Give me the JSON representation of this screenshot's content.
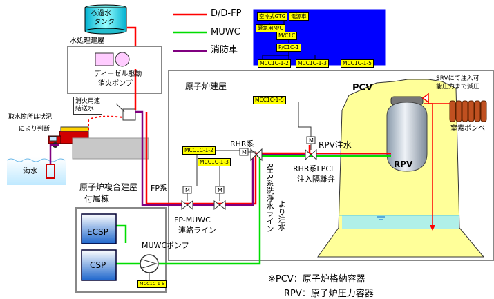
{
  "legend": {
    "dd_fp": "D/D-FP",
    "muwc": "MUWC",
    "fire_truck": "消防車"
  },
  "colors": {
    "dd_fp": "#ff0000",
    "muwc": "#00dd00",
    "fire_truck": "#800080",
    "panel_bg": "#0000ff",
    "panel_label_bg": "#ffff00",
    "tank": "#00ffff",
    "pcv": "#ffff99"
  },
  "power_panel": {
    "gtg": "空冷式GTG",
    "power_car": "電源車",
    "emergency_mc": "緊急用M/C",
    "m_c1c": "M/C1C",
    "p_c1c": "P/C1C-1",
    "mcc_a": "MCC1C-1-2",
    "mcc_b": "MCC1C-1-3",
    "mcc_c": "MCC1C-1-5"
  },
  "water_plant": {
    "label": "水処理建屋",
    "tank_line1": "ろ過水",
    "tank_line2": "タンク",
    "pump_line1": "ディーゼル駆動",
    "pump_line2": "消火ポンプ"
  },
  "fire_inlet": {
    "line1": "消火用連",
    "line2": "結送水口"
  },
  "sea": {
    "note_line1": "取水箇所は状況",
    "note_line2": "により判断",
    "label": "海水"
  },
  "reactor_building": {
    "label": "原子炉建屋",
    "mcc_top": "MCC1C-1-5",
    "mcc_left": "MCC1C-1-2",
    "mcc_mid": "MCC1C-1-3",
    "rhr": "RHR系",
    "rpv_injection": "RPV注水",
    "lpci_line1": "RHR系LPCI",
    "lpci_line2": "注入隔離弁",
    "fp": "FP系",
    "fp_muwc_line1": "FP-MUWC",
    "fp_muwc_line2": "連絡ライン",
    "rhr_wash_line1": "RHR系洗浄水ライン",
    "rhr_wash_line2": "より注水",
    "valve_m": "M"
  },
  "pcv": {
    "label": "PCV",
    "rpv": "RPV",
    "srv_line1": "SRVにて注入可",
    "srv_line2": "能圧力まで減圧",
    "nitrogen": "窒素ボンベ"
  },
  "annex": {
    "label_line1": "原子炉複合建屋",
    "label_line2": "付属棟",
    "ecsp": "ECSP",
    "csp": "CSP",
    "muwc_pump": "MUWCポンプ",
    "mcc": "MCC1C-1-5"
  },
  "notes": {
    "pcv_note": "※PCV：原子炉格納容器",
    "rpv_note": "RPV：原子炉圧力容器"
  }
}
